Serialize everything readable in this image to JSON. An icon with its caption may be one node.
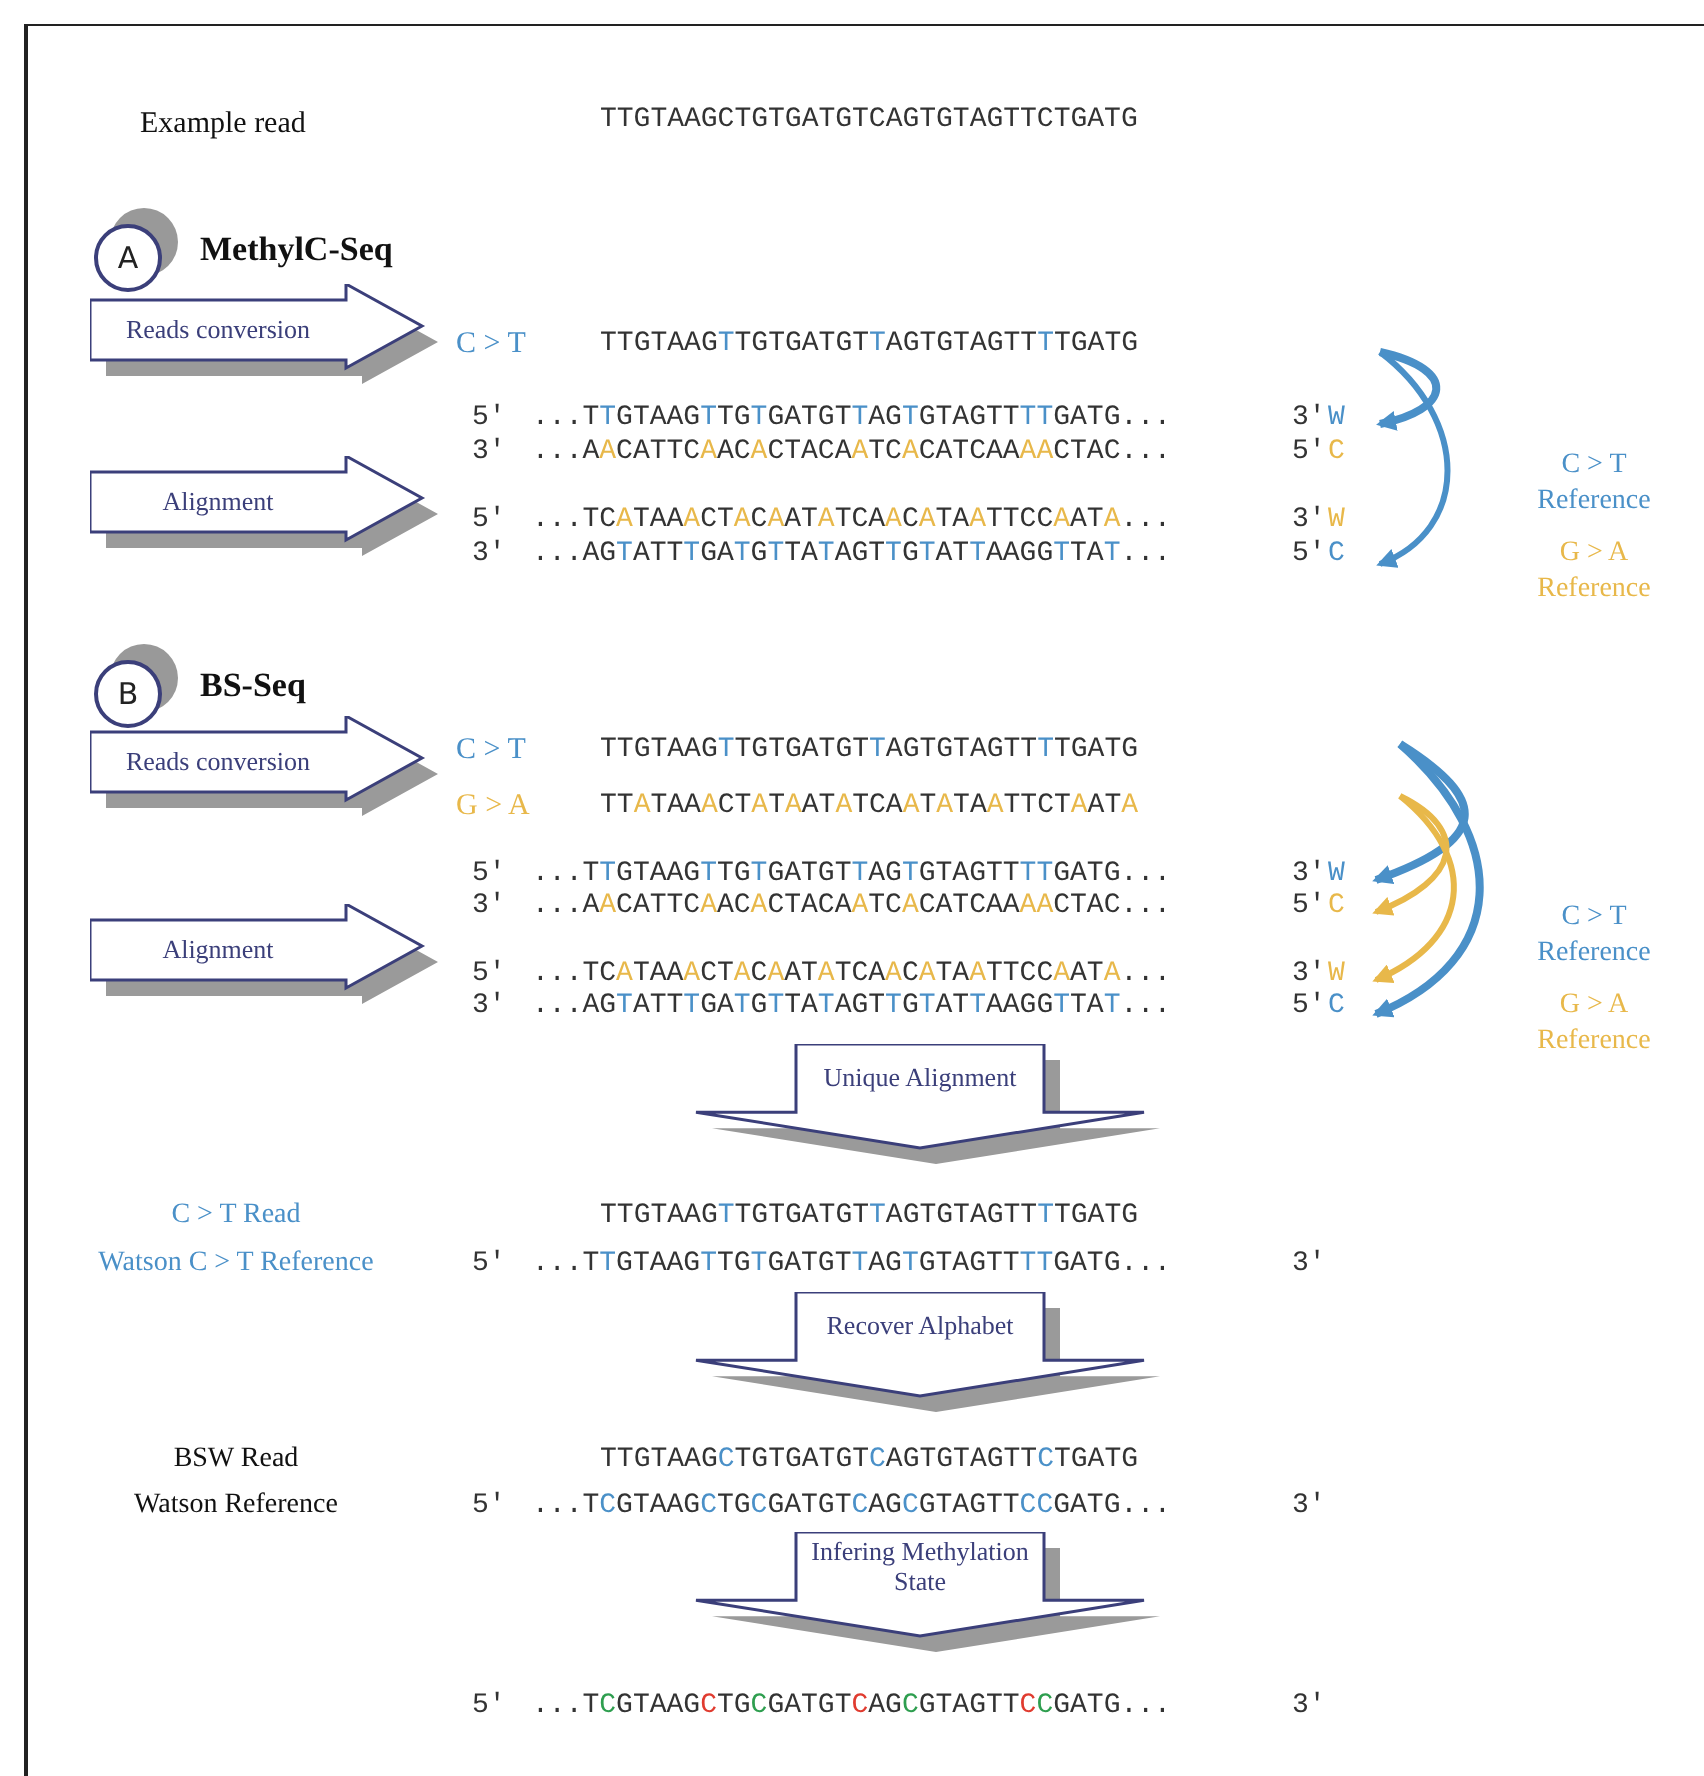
{
  "diagram": {
    "nodes": [
      {
        "text": [
          "A"
        ]
      },
      {
        "text": [
          "Reads conversion"
        ]
      },
      {
        "text": [
          "Alignment"
        ]
      },
      {
        "text": [
          "B"
        ]
      },
      {
        "text": [
          "Reads conversion"
        ]
      },
      {
        "text": [
          "Alignment"
        ]
      },
      {
        "text": [
          "Unique Alignment"
        ]
      },
      {
        "text": [
          "Recover Alphabet"
        ]
      },
      {
        "text": [
          "Infering Methylation State"
        ]
      }
    ],
    "labels": [
      "Example read",
      "TTGTAAGCTGTGATGTCAGTGTAGTTCTGATG",
      "MethylC-Seq",
      "C > T",
      "TTGTAAGTTGTGATGTTAGTGTAGTTTTGATG",
      "5'",
      "...TTGTAAGTTGTGATGTTAGTGTAGTTTTGATG...",
      "3'",
      "W",
      "C > T Reference",
      "3'",
      "...AACATTCAACACTACAATCACATCAAAACTAC...",
      "5'",
      "C",
      "5'",
      "...TCATAAACTACAATATCAACATAATTCCAATA...",
      "3'",
      "W",
      "G > A Reference",
      "3'",
      "...AGTATTTGATGTTATAGTTGTATTAAGGTTAT...",
      "5'",
      "C",
      "BS-Seq",
      "C > T",
      "TTGTAAGTTGTGATGTTAGTGTAGTTTTGATG",
      "G > A",
      "TTATAAACTATAATATCAATATAATTCTAATA",
      "5'",
      "...TTGTAAGTTGTGATGTTAGTGTAGTTTTGATG...",
      "3'",
      "W",
      "C > T Reference",
      "3'",
      "...AACATTCAACACTACAATCACATCAAAACTAC...",
      "5'",
      "C",
      "5'",
      "...TCATAAACTACAATATCAACATAATTCCAATA...",
      "3'",
      "W",
      "G > A Reference",
      "3'",
      "...AGTATTTGATGTTATAGTTGTATTAAGGTTAT...",
      "5'",
      "C",
      "C > T Read",
      "TTGTAAGTTGTGATGTTAGTGTAGTTTTGATG",
      "Watson C > T Reference",
      "5'",
      "...TTGTAAGTTGTGATGTTAGTGTAGTTTTGATG...",
      "3'",
      "BSW Read",
      "TTGTAAGCTGTGATGTCAGTGTAGTTCTGATG",
      "Watson Reference",
      "5'",
      "...TCGTAAGCTGCGATGTCAGCGTAGTTCCGATG...",
      "3'",
      "5'",
      "...TCGTAAGCTGCGATGTCAGCGTAGTTCCGATG...",
      "3'"
    ]
  }
}
